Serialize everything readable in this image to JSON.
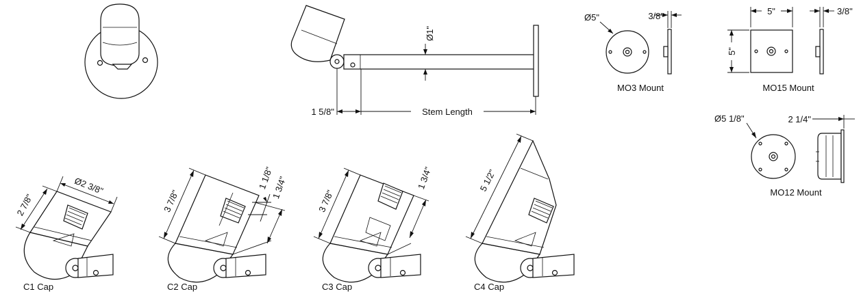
{
  "top": {
    "stem_diameter": "Ø1\"",
    "offset": "1 5/8\"",
    "stem_length": "Stem Length"
  },
  "mounts": {
    "mo3": {
      "diameter": "Ø5\"",
      "depth": "3/8\"",
      "label": "MO3 Mount"
    },
    "mo15": {
      "width": "5\"",
      "height": "5\"",
      "depth": "3/8\"",
      "label": "MO15 Mount"
    },
    "mo12": {
      "diameter": "Ø5 1/8\"",
      "depth": "2 1/4\"",
      "label": "MO12 Mount"
    }
  },
  "caps": [
    {
      "label": "C1 Cap",
      "height": "2 7/8\"",
      "diameter": "Ø2 3/8\""
    },
    {
      "label": "C2 Cap",
      "height": "3 7/8\"",
      "dim_a": "1 1/8\"",
      "dim_b": "1 3/4\""
    },
    {
      "label": "C3 Cap",
      "height": "3 7/8\"",
      "dim_a": "1 3/4\""
    },
    {
      "label": "C4 Cap",
      "height": "5 1/2\""
    }
  ]
}
